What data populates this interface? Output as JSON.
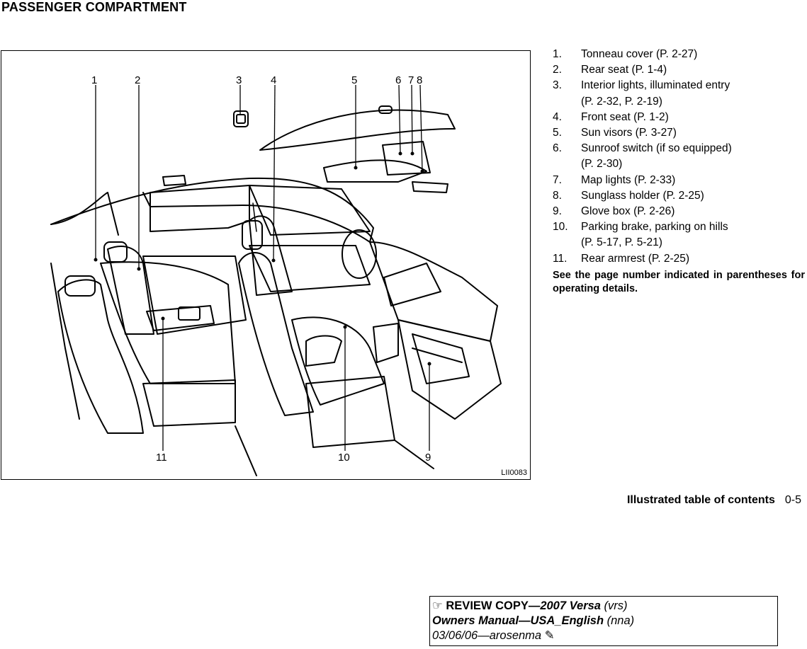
{
  "page": {
    "heading": "PASSENGER COMPARTMENT",
    "figure": {
      "code": "LII0083",
      "callouts": [
        "1",
        "2",
        "3",
        "4",
        "5",
        "6",
        "7",
        "8",
        "11",
        "10",
        "9"
      ]
    },
    "legend": [
      {
        "num": "1.",
        "lines": [
          "Tonneau cover (P. 2-27)"
        ]
      },
      {
        "num": "2.",
        "lines": [
          "Rear seat (P. 1-4)"
        ]
      },
      {
        "num": "3.",
        "lines": [
          "Interior lights, illuminated entry",
          "(P. 2-32, P. 2-19)"
        ]
      },
      {
        "num": "4.",
        "lines": [
          "Front seat (P. 1-2)"
        ]
      },
      {
        "num": "5.",
        "lines": [
          "Sun visors (P. 3-27)"
        ]
      },
      {
        "num": "6.",
        "lines": [
          "Sunroof switch (if so equipped)",
          "(P. 2-30)"
        ]
      },
      {
        "num": "7.",
        "lines": [
          "Map lights (P. 2-33)"
        ]
      },
      {
        "num": "8.",
        "lines": [
          "Sunglass holder (P. 2-25)"
        ]
      },
      {
        "num": "9.",
        "lines": [
          "Glove box (P. 2-26)"
        ]
      },
      {
        "num": "10.",
        "lines": [
          "Parking brake, parking on hills",
          "(P. 5-17, P. 5-21)"
        ]
      },
      {
        "num": "11.",
        "lines": [
          "Rear armrest (P. 2-25)"
        ]
      }
    ],
    "note": "See the page number indicated in parentheses for operating details.",
    "footer": {
      "section": "Illustrated table of contents",
      "page": "0-5"
    },
    "review": {
      "hand_glyph": "☞",
      "line1_bold": "REVIEW COPY—",
      "line1_bolditalic": "2007 Versa",
      "line1_italic": " (vrs)",
      "line2_bolditalic": "Owners Manual—USA_English",
      "line2_italic": " (nna)",
      "line3_italic": "03/06/06—arosenma",
      "end_glyph": "✎"
    }
  }
}
